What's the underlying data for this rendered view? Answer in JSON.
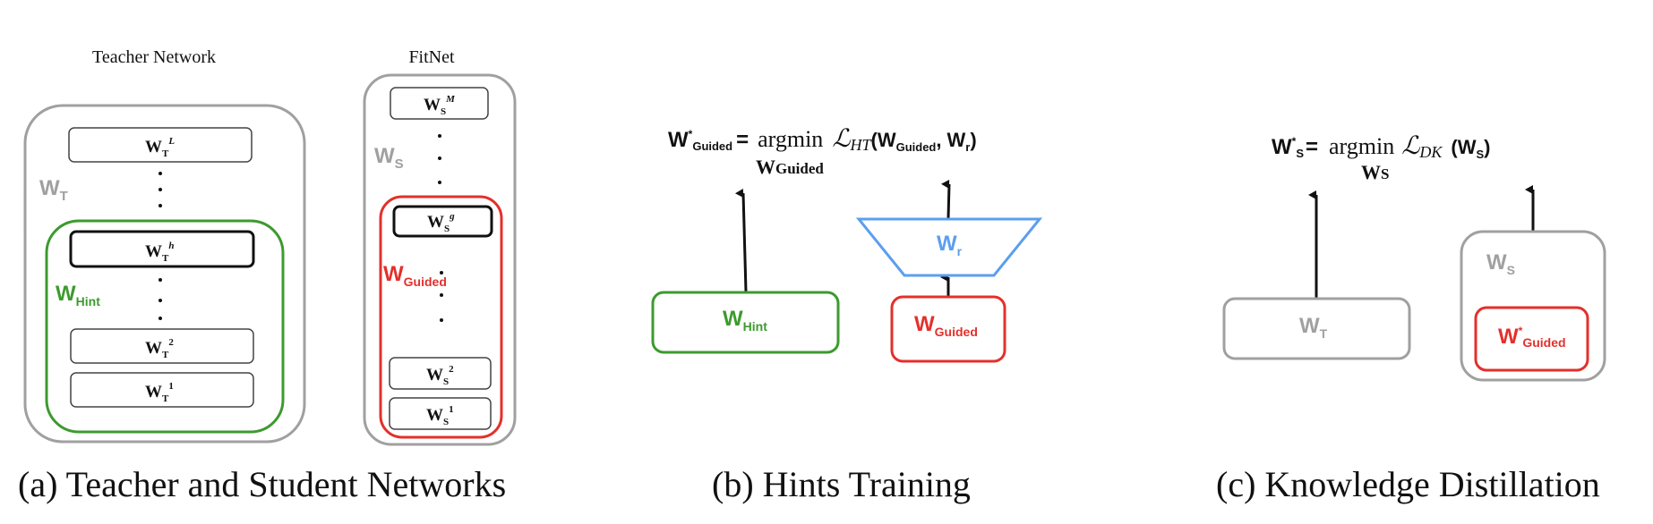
{
  "colors": {
    "grey": "#a0a0a0",
    "green": "#3d9a2f",
    "red": "#e3302b",
    "blue": "#5b9ef0",
    "black": "#111111"
  },
  "panel_a": {
    "teacher_title": "Teacher Network",
    "student_title": "FitNet",
    "teacher_label": {
      "main": "W",
      "sub": "T"
    },
    "hint_label": {
      "main": "W",
      "sub": "Hint"
    },
    "student_label": {
      "main": "W",
      "sub": "S"
    },
    "guided_label": {
      "main": "W",
      "sub": "Guided"
    },
    "teacher_layers": [
      {
        "main": "W",
        "sub": "T",
        "sup": "L"
      },
      {
        "main": "W",
        "sub": "T",
        "sup": "h"
      },
      {
        "main": "W",
        "sub": "T",
        "sup": "2"
      },
      {
        "main": "W",
        "sub": "T",
        "sup": "1"
      }
    ],
    "student_layers": [
      {
        "main": "W",
        "sub": "S",
        "sup": "M"
      },
      {
        "main": "W",
        "sub": "S",
        "sup": "g"
      },
      {
        "main": "W",
        "sub": "S",
        "sup": "2"
      },
      {
        "main": "W",
        "sub": "S",
        "sup": "1"
      }
    ],
    "caption": "(a) Teacher and Student Networks"
  },
  "panel_b": {
    "formula": {
      "lhs_main": "W",
      "lhs_sup": "*",
      "lhs_sub": "Guided",
      "equals": "=",
      "argmin": "argmin",
      "argmin_under": "W",
      "argmin_under_sub": "Guided",
      "loss": "ℒ",
      "loss_sub": "HT",
      "open": "(",
      "arg1_main": "W",
      "arg1_sub": "Guided",
      "comma": ",",
      "arg2_main": "W",
      "arg2_sub": "r",
      "close": ")"
    },
    "hint_box": {
      "main": "W",
      "sub": "Hint"
    },
    "regressor": {
      "main": "W",
      "sub": "r"
    },
    "guided_box": {
      "main": "W",
      "sub": "Guided"
    },
    "caption": "(b) Hints Training"
  },
  "panel_c": {
    "formula": {
      "lhs_main": "W",
      "lhs_sup": "*",
      "lhs_sub": "S",
      "equals": "=",
      "argmin": "argmin",
      "argmin_under": "W",
      "argmin_under_sub": "S",
      "loss": "ℒ",
      "loss_sub": "DK",
      "open": "(",
      "arg_main": "W",
      "arg_sub": "S",
      "close": ")"
    },
    "teacher_box": {
      "main": "W",
      "sub": "T"
    },
    "student_label": {
      "main": "W",
      "sub": "S"
    },
    "guided_box": {
      "main": "W",
      "sup": "*",
      "sub": "Guided"
    },
    "caption": "(c) Knowledge Distillation"
  }
}
